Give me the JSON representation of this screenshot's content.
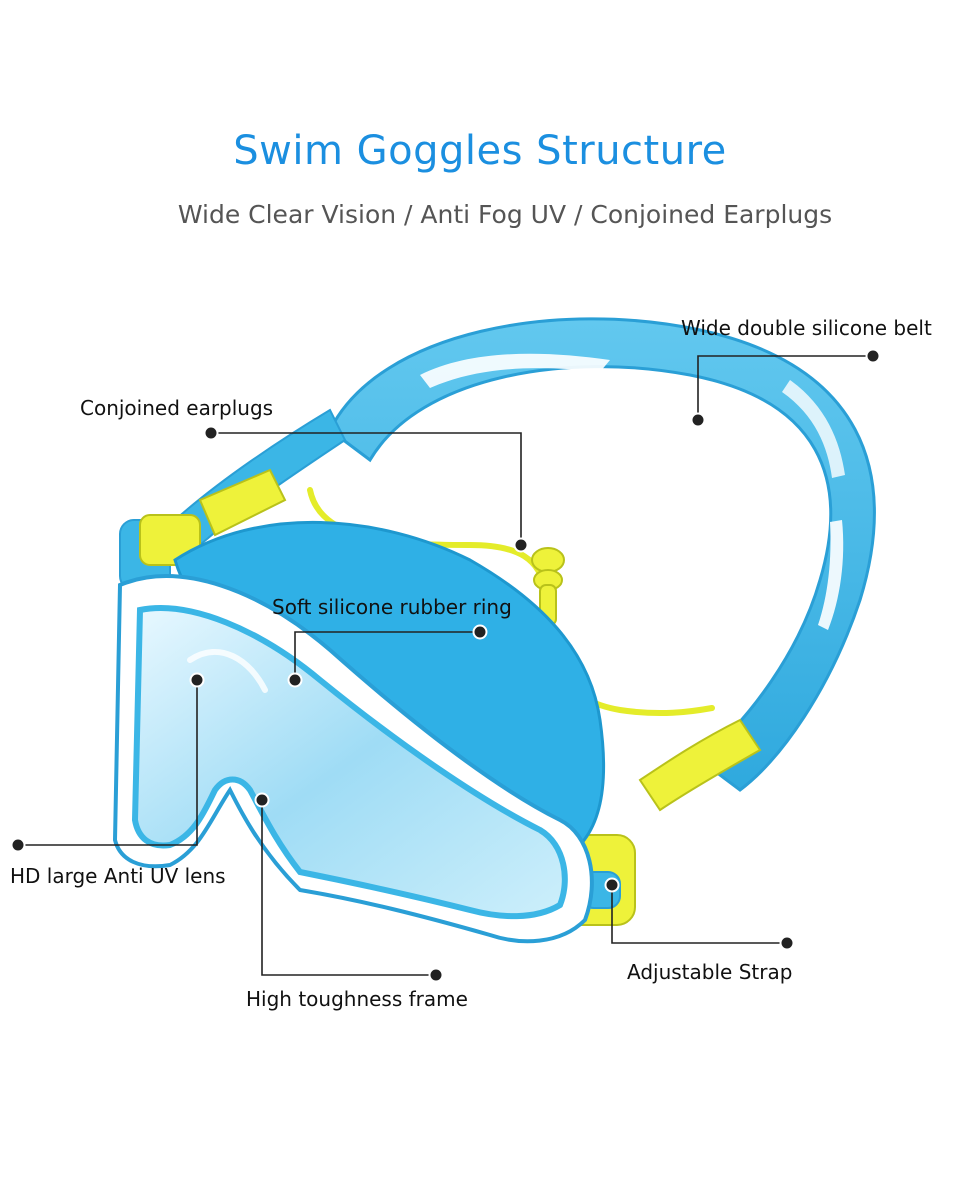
{
  "title": "Swim Goggles Structure",
  "subtitle": "Wide Clear Vision / Anti Fog UV / Conjoined Earplugs",
  "callouts": {
    "wide_belt": "Wide double silicone belt",
    "earplugs": "Conjoined earplugs",
    "rubber_ring": "Soft silicone rubber ring",
    "lens": "HD large Anti UV lens",
    "frame": "High toughness frame",
    "strap": "Adjustable Strap"
  },
  "colors": {
    "title": "#1b8fe0",
    "strap_blue": "#3bb6e6",
    "lens_blue": "#b9e6f7",
    "frame_white": "#ffffff",
    "earplug_yellow": "#eef23a",
    "leader_line": "#222222"
  }
}
